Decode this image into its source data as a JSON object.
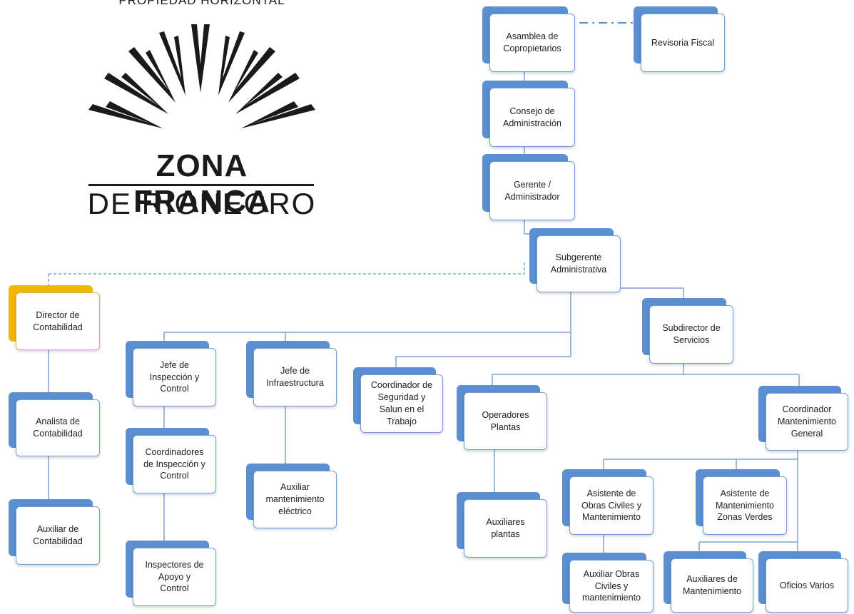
{
  "logo": {
    "caption": "PROPIEDAD HORIZONTAL",
    "line1": "ZONA FRANCA",
    "line2": "DE RIONEGRO"
  },
  "nodes": {
    "asamblea": "Asamblea de\nCopropietarios",
    "revisoria": "Revisoria Fiscal",
    "consejo": "Consejo de\nAdministración",
    "gerente": "Gerente /\nAdministrador",
    "subgerente": "Subgerente\nAdministrativa",
    "director_contabilidad": "Director de\nContabilidad",
    "subdirector": "Subdirector de\nServicios",
    "analista": "Analista de\nContabilidad",
    "auxiliar_contabilidad": "Auxiliar de\nContabilidad",
    "jefe_inspeccion": "Jefe de\nInspección y\nControl",
    "jefe_infra": "Jefe de\nInfraestructura",
    "coord_seguridad": "Coordinador de\nSeguridad y\nSalun en el\nTrabajo",
    "operadores": "Operadores\nPlantas",
    "coord_mant": "Coordinador\nMantenimiento\nGeneral",
    "coord_inspeccion": "Coordinadores\nde Inspección y\nControl",
    "aux_electrico": "Auxiliar\nmantenimiento\neléctrico",
    "aux_plantas": "Auxiliares\nplantas",
    "asist_obras": "Asistente de\nObras Civiles y\nMantenimiento",
    "asist_zonas": "Asistente de\nMantenimiento\nZonas Verdes",
    "inspectores": "Inspectores de\nApoyo y\nControl",
    "aux_obras": "Auxiliar Obras\nCiviles y\nmantenimiento",
    "aux_mant": "Auxiliares de\nMantenimiento",
    "oficios": "Oficios Varios"
  },
  "colors": {
    "tab": "#5b8fd1",
    "tab_gold": "#f2b705",
    "line": "#7ea3cf",
    "logo": "#1a1a1a"
  }
}
